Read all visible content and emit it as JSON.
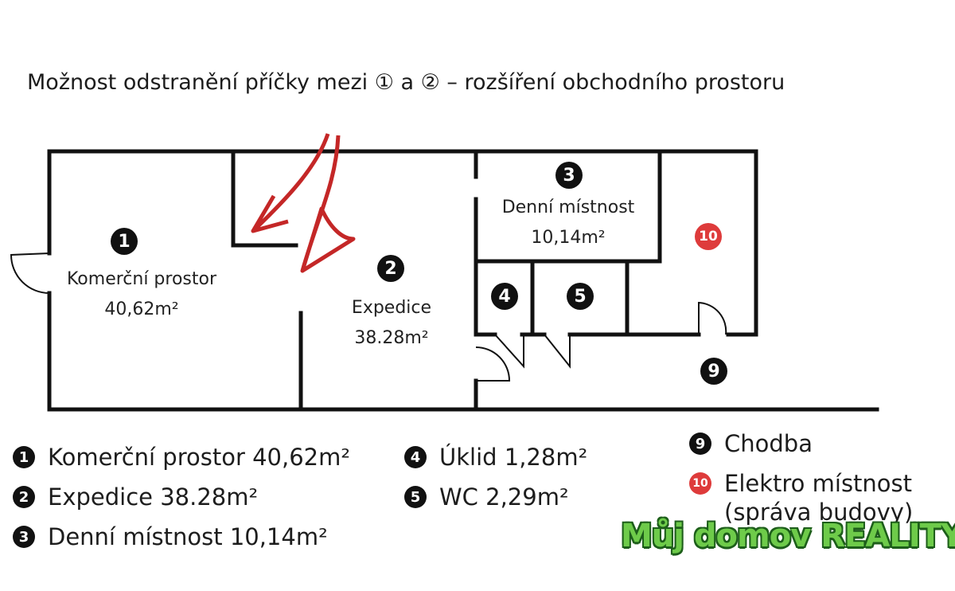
{
  "title": "Možnost odstranění příčky mezi ① a ② – rozšíření obchodního prostoru",
  "rooms": [
    {
      "badge": "1",
      "name": "Komerční prostor",
      "area": "40,62m²"
    },
    {
      "badge": "2",
      "name": "Expedice",
      "area": "38.28m²"
    },
    {
      "badge": "3",
      "name": "Denní místnost",
      "area": "10,14m²"
    },
    {
      "badge": "4"
    },
    {
      "badge": "5"
    },
    {
      "badge": "9"
    },
    {
      "badge": "10"
    }
  ],
  "legend": [
    {
      "badge": "1",
      "text": "Komerční prostor 40,62m²"
    },
    {
      "badge": "2",
      "text": "Expedice 38.28m²"
    },
    {
      "badge": "3",
      "text": "Denní místnost 10,14m²"
    },
    {
      "badge": "4",
      "text": "Úklid 1,28m²"
    },
    {
      "badge": "5",
      "text": "WC 2,29m²"
    },
    {
      "badge": "9",
      "text": "Chodba"
    },
    {
      "badge": "10",
      "text": "Elektro místnost"
    }
  ],
  "legend_note": "(správa budovy)",
  "watermark": "Můj domov REALITY",
  "colors": {
    "walls": "#111111",
    "arrow": "#c42727",
    "badge_red": "#de3b3b",
    "watermark": "#6ecb4a"
  }
}
